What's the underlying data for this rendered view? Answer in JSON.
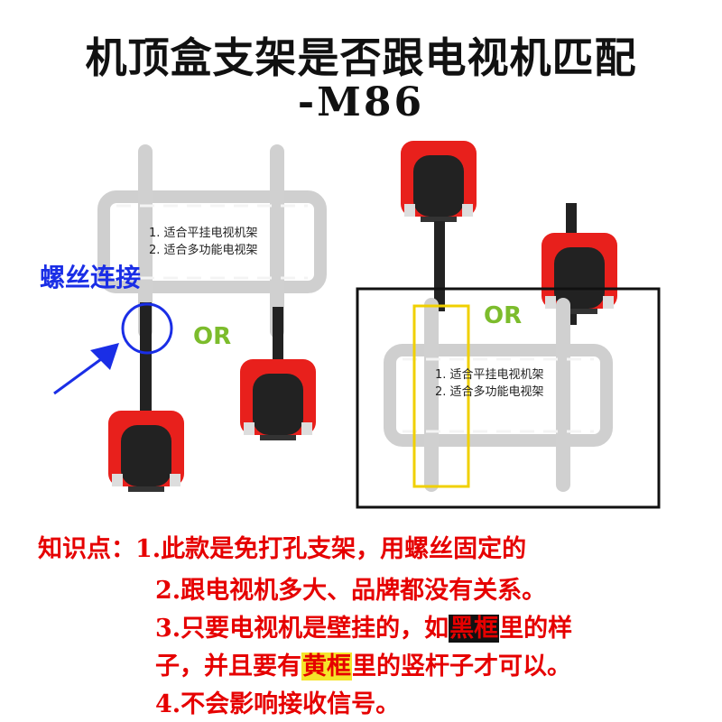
{
  "title": {
    "line1": "机顶盒支架是否跟电视机匹配",
    "line2": "-M86"
  },
  "left_mount": {
    "text1": "1. 适合平挂电视机架",
    "text2": "2. 适合多功能电视架"
  },
  "right_mount": {
    "text1": "1. 适合平挂电视机架",
    "text2": "2. 适合多功能电视架"
  },
  "screw_label": "螺丝连接",
  "or_left": "OR",
  "or_right": "OR",
  "notes": {
    "prefix": "知识点：",
    "n1": "1.此款是免打孔支架，用螺丝固定的",
    "n2": "2.跟电视机多大、品牌都没有关系。",
    "n3_a": "3.只要电视机是壁挂的，如",
    "n3_black": "黑框",
    "n3_b": "里的样",
    "n3_c": "子，并且要有",
    "n3_yellow": "黄框",
    "n3_d": "里的竖杆子才可以。",
    "n4": "4.不会影响接收信号。"
  },
  "colors": {
    "red": "#e60000",
    "blue": "#1a2ee6",
    "green": "#7cbc2c",
    "yellow": "#f0d000"
  }
}
